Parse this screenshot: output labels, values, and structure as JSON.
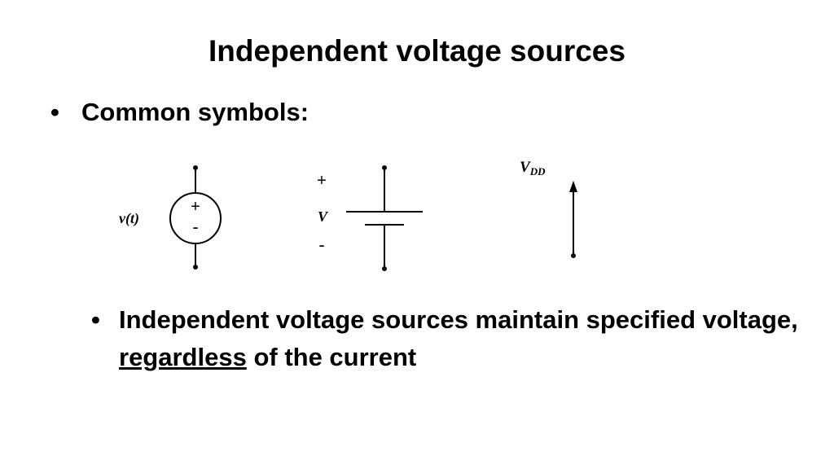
{
  "title": "Independent voltage sources",
  "bullets": {
    "symbol_char": "•",
    "first": "Common symbols:",
    "second": {
      "before": "Independent voltage sources maintain specified voltage, ",
      "emphasis": "regardless",
      "after": " of the current"
    }
  },
  "symbols": {
    "circle_source": {
      "label": "v(t)",
      "plus": "+",
      "minus": "-"
    },
    "battery_source": {
      "plus": "+",
      "label": "V",
      "minus": "-"
    },
    "supply_arrow": {
      "label_main": "V",
      "label_sub": "DD"
    }
  }
}
